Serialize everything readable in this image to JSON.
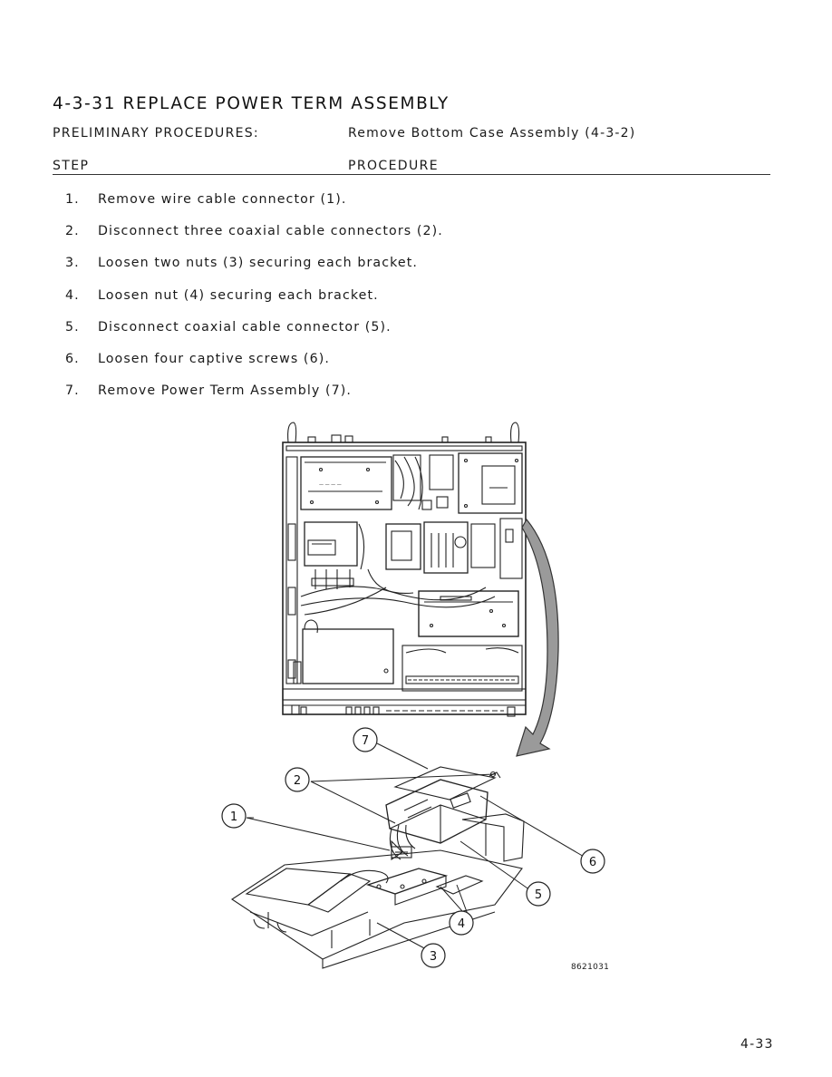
{
  "section": {
    "title": "4-3-31  REPLACE POWER TERM ASSEMBLY"
  },
  "preliminary": {
    "label": "PRELIMINARY PROCEDURES:",
    "value": "Remove Bottom Case Assembly (4-3-2)"
  },
  "table_header": {
    "step": "STEP",
    "procedure": "PROCEDURE"
  },
  "steps": [
    {
      "num": "1.",
      "text": "Remove wire cable connector (1)."
    },
    {
      "num": "2.",
      "text": "Disconnect three coaxial cable connectors (2)."
    },
    {
      "num": "3.",
      "text": "Loosen two nuts (3) securing each bracket."
    },
    {
      "num": "4.",
      "text": "Loosen nut (4) securing each bracket."
    },
    {
      "num": "5.",
      "text": "Disconnect coaxial cable connector (5)."
    },
    {
      "num": "6.",
      "text": "Loosen four captive screws (6)."
    },
    {
      "num": "7.",
      "text": "Remove Power Term Assembly (7)."
    }
  ],
  "figure": {
    "callouts": [
      "1",
      "2",
      "3",
      "4",
      "5",
      "6",
      "7"
    ],
    "id": "8621031"
  },
  "page_number": "4-33"
}
